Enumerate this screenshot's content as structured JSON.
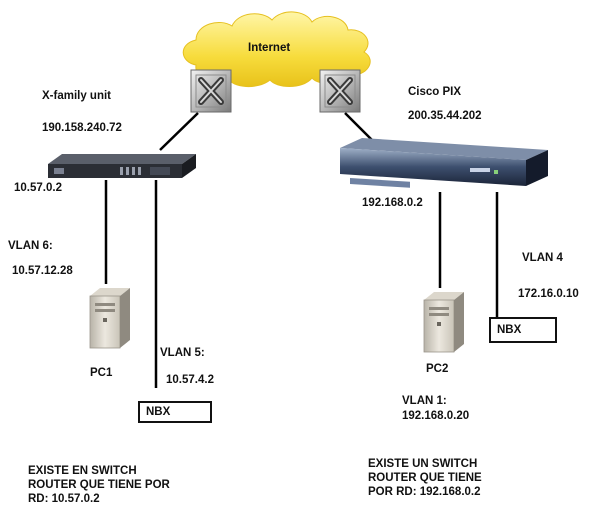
{
  "cloud": {
    "label": "Internet"
  },
  "left_site": {
    "name": "X-family unit",
    "wan_ip": "190.158.240.72",
    "lan_ip": "10.57.0.2",
    "vlan6_label": "VLAN 6:",
    "vlan6_ip": "10.57.12.28",
    "vlan5_label": "VLAN 5:",
    "vlan5_ip": "10.57.4.2",
    "pc_label": "PC1",
    "nbx_label": "NBX",
    "note_lines": [
      "EXISTE EN SWITCH",
      "ROUTER QUE TIENE POR",
      "RD: 10.57.0.2"
    ]
  },
  "right_site": {
    "name": "Cisco PIX",
    "wan_ip": "200.35.44.202",
    "lan_ip": "192.168.0.2",
    "vlan4_label": "VLAN 4",
    "vlan4_ip": "172.16.0.10",
    "vlan1_label": "VLAN 1:",
    "vlan1_ip": "192.168.0.20",
    "pc_label": "PC2",
    "nbx_label": "NBX",
    "note_lines": [
      "EXISTE UN SWITCH",
      "ROUTER QUE TIENE",
      "POR RD:  192.168.0.2"
    ]
  },
  "icons": {
    "left_router": "router-x-icon",
    "right_router": "router-x-icon",
    "left_device": "switch-router-icon",
    "right_device": "firewall-icon",
    "pc": "tower-pc-icon"
  }
}
